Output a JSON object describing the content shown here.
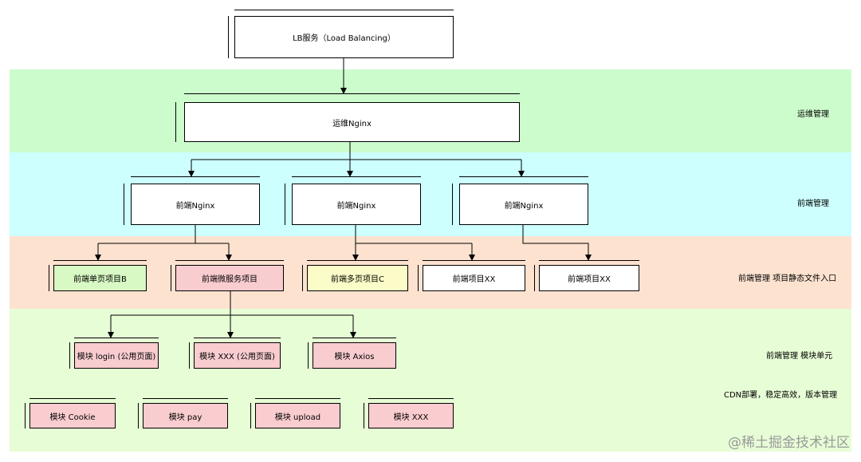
{
  "colors": {
    "band_ops": "#cdfccc",
    "band_frontend": "#ccfffe",
    "band_entry": "#fde2d0",
    "band_module": "#e7fdd6",
    "white": "#ffffff",
    "green_box": "#d8f8c4",
    "pink_box": "#f9cccf",
    "yellow_box": "#fcfcc8"
  },
  "bands": {
    "ops": "运维管理",
    "frontend": "前端管理",
    "entry": "前端管理 项目静态文件入口",
    "module": "前端管理 模块单元",
    "cdn": "CDN部署，稳定高效，版本管理"
  },
  "nodes": {
    "lb": "LB服务（Load Balancing）",
    "ops_nginx": "运维Nginx",
    "fe_nginx_1": "前端Nginx",
    "fe_nginx_2": "前端Nginx",
    "fe_nginx_3": "前端Nginx",
    "project_b": "前端单页项目B",
    "micro_project": "前端微服务项目",
    "project_c": "前端多页项目C",
    "project_xx_1": "前端项目XX",
    "project_xx_2": "前端项目XX",
    "module_login": "模块  login (公用页面)",
    "module_xxx_common": "模块  XXX  (公用页面)",
    "module_axios": "模块  Axios",
    "module_cookie": "模块 Cookie",
    "module_pay": "模块 pay",
    "module_upload": "模块 upload",
    "module_xxx": "模块 XXX"
  },
  "watermark": "@稀土掘金技术社区"
}
